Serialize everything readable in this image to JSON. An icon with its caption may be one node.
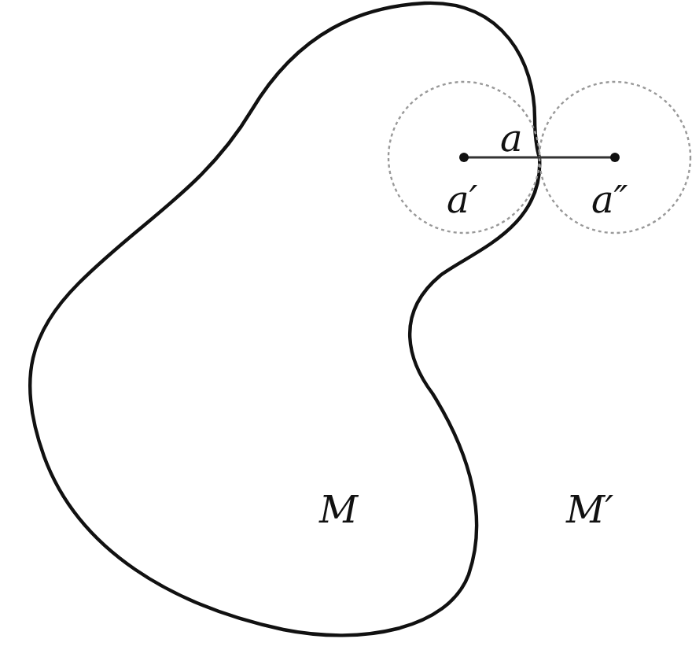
{
  "diagram": {
    "labels": [
      "a",
      "a′",
      "a″",
      "M",
      "M′"
    ]
  }
}
